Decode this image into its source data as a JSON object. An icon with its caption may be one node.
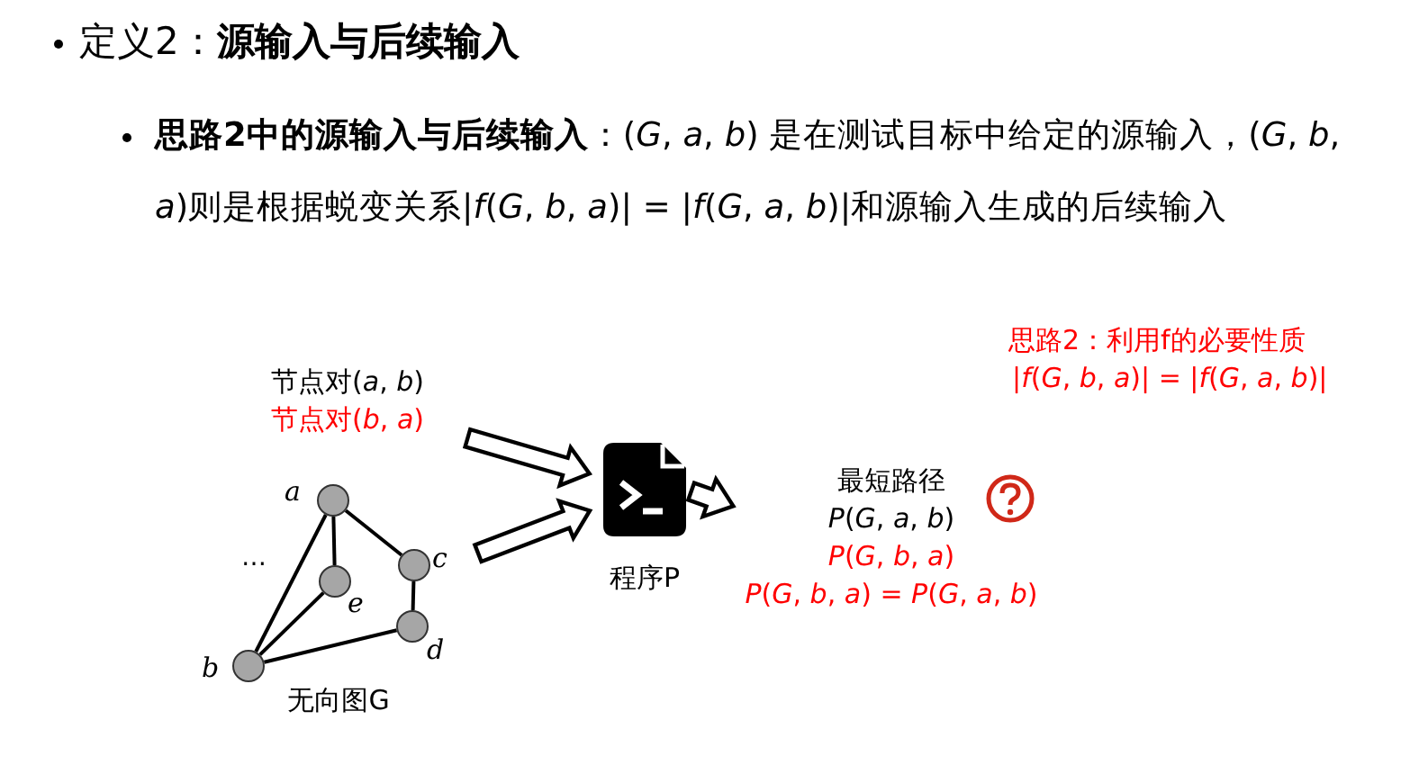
{
  "diagram": {
    "title": "定义2：**源输入与后续输入**",
    "nodes": [
      {
        "text": [
          "节点对(*a*, *b*)",
          "节点对(*b*, *a*)"
        ]
      },
      {
        "text": [
          "无向图G"
        ]
      },
      {
        "text": [],
        "shape": "circle",
        "in": 1,
        "beside": [
          "a"
        ]
      },
      {
        "text": [],
        "shape": "circle",
        "in": 1,
        "beside": [
          "e"
        ]
      },
      {
        "text": [],
        "shape": "circle",
        "in": 1,
        "beside": [
          "c"
        ]
      },
      {
        "text": [],
        "shape": "circle",
        "in": 1,
        "beside": [
          "d"
        ]
      },
      {
        "text": [],
        "shape": "circle",
        "in": 1,
        "beside": [
          "b"
        ]
      },
      {
        "text": [],
        "shape": "picture",
        "beside": [
          "程序P"
        ]
      },
      {
        "text": [
          "最短路径",
          "*P*(*G*, *a*, *b*)",
          "*P*(*G*, *b*, *a*)",
          "*P*(*G*, *b*, *a*) = *P*(*G*, *a*, *b*)"
        ]
      }
    ],
    "edges": [
      {
        "from": 0,
        "to": 7,
        "arrow": "to",
        "style": "thick"
      },
      {
        "from": 1,
        "to": 7,
        "arrow": "to",
        "style": "thick"
      },
      {
        "from": 7,
        "to": 8,
        "arrow": "to",
        "style": "thick"
      },
      {
        "from": 2,
        "to": 6,
        "arrow": "none"
      },
      {
        "from": 2,
        "to": 3,
        "arrow": "none"
      },
      {
        "from": 2,
        "to": 4,
        "arrow": "none"
      },
      {
        "from": 4,
        "to": 5,
        "arrow": "none"
      },
      {
        "from": 5,
        "to": 6,
        "arrow": "none"
      },
      {
        "from": 3,
        "to": 6,
        "arrow": "none"
      }
    ],
    "labels": [
      "**思路2中的源输入与后续输入**：(*G*, *a*, *b*) 是在测试目标中给定的源输入，(*G*, *b*, *a*)则是根据蜕变关系|*f*(*G*, *b*, *a*)| = |*f*(*G*, *a*, *b*)|和源输入生成的后续输入",
      "思路2：利用f的必要性质",
      "|*f*(*G*, *b*, *a*)| = |*f*(*G*, *a*, *b*)|",
      "…"
    ]
  }
}
